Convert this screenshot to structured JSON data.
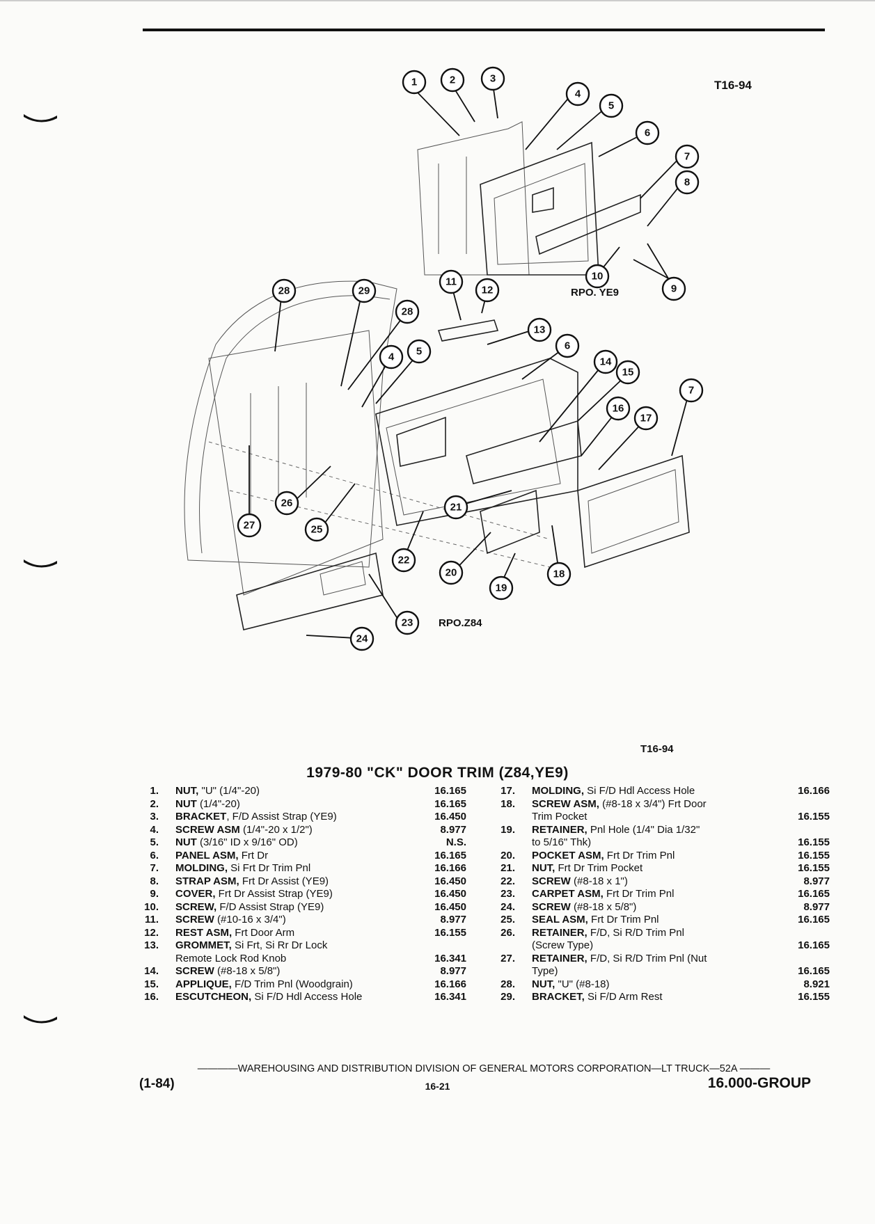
{
  "diagram": {
    "figure_tag": "T16-94",
    "rpo_ye9": "RPO. YE9",
    "rpo_z84": "RPO.Z84",
    "callouts": [
      "1",
      "2",
      "3",
      "4",
      "5",
      "6",
      "7",
      "8",
      "9",
      "10",
      "11",
      "12",
      "13",
      "6",
      "14",
      "15",
      "16",
      "7",
      "17",
      "28",
      "29",
      "28",
      "4",
      "5",
      "26",
      "27",
      "25",
      "21",
      "22",
      "20",
      "19",
      "18",
      "23",
      "24"
    ]
  },
  "figure_code": "T16-94",
  "title": "1979-80 \"CK\" DOOR TRIM (Z84,YE9)",
  "parts_left": [
    {
      "num": "1.",
      "name": "NUT,",
      "desc": " \"U\" (1/4\"-20)",
      "group": "16.165"
    },
    {
      "num": "2.",
      "name": "NUT",
      "desc": " (1/4\"-20)",
      "group": "16.165"
    },
    {
      "num": "3.",
      "name": "BRACKET",
      "desc": ", F/D Assist Strap (YE9)",
      "group": "16.450"
    },
    {
      "num": "4.",
      "name": "SCREW ASM",
      "desc": " (1/4\"-20 x 1/2\")",
      "group": "8.977"
    },
    {
      "num": "5.",
      "name": "NUT",
      "desc": " (3/16\" ID x 9/16\" OD)",
      "group": "N.S."
    },
    {
      "num": "6.",
      "name": "PANEL ASM,",
      "desc": " Frt Dr",
      "group": "16.165"
    },
    {
      "num": "7.",
      "name": "MOLDING,",
      "desc": " Si Frt Dr Trim Pnl",
      "group": "16.166"
    },
    {
      "num": "8.",
      "name": "STRAP ASM,",
      "desc": " Frt Dr Assist (YE9)",
      "group": "16.450"
    },
    {
      "num": "9.",
      "name": "COVER,",
      "desc": " Frt Dr Assist Strap (YE9)",
      "group": "16.450"
    },
    {
      "num": "10.",
      "name": "SCREW,",
      "desc": " F/D Assist Strap (YE9)",
      "group": "16.450"
    },
    {
      "num": "11.",
      "name": "SCREW",
      "desc": " (#10-16 x 3/4\")",
      "group": "8.977"
    },
    {
      "num": "12.",
      "name": "REST ASM,",
      "desc": " Frt Door Arm",
      "group": "16.155"
    },
    {
      "num": "13.",
      "name": "GROMMET,",
      "desc": " Si Frt, Si Rr Dr Lock\nRemote Lock Rod Knob",
      "group": "16.341"
    },
    {
      "num": "14.",
      "name": "SCREW",
      "desc": " (#8-18 x 5/8\")",
      "group": "8.977"
    },
    {
      "num": "15.",
      "name": "APPLIQUE,",
      "desc": " F/D Trim Pnl (Woodgrain)",
      "group": "16.166"
    },
    {
      "num": "16.",
      "name": "ESCUTCHEON,",
      "desc": " Si F/D Hdl Access Hole",
      "group": "16.341"
    }
  ],
  "parts_right": [
    {
      "num": "17.",
      "name": "MOLDING,",
      "desc": " Si F/D Hdl Access Hole",
      "group": "16.166"
    },
    {
      "num": "18.",
      "name": "SCREW ASM,",
      "desc": " (#8-18 x 3/4\") Frt Door\nTrim Pocket",
      "group": "16.155"
    },
    {
      "num": "19.",
      "name": "RETAINER,",
      "desc": " Pnl Hole (1/4\" Dia 1/32\"\nto 5/16\" Thk)",
      "group": "16.155"
    },
    {
      "num": "20.",
      "name": "POCKET ASM,",
      "desc": " Frt Dr Trim Pnl",
      "group": "16.155"
    },
    {
      "num": "21.",
      "name": "NUT,",
      "desc": " Frt Dr Trim Pocket",
      "group": "16.155"
    },
    {
      "num": "22.",
      "name": "SCREW",
      "desc": " (#8-18 x 1\")",
      "group": "8.977"
    },
    {
      "num": "23.",
      "name": "CARPET ASM,",
      "desc": " Frt Dr Trim Pnl",
      "group": "16.165"
    },
    {
      "num": "24.",
      "name": "SCREW",
      "desc": " (#8-18 x 5/8\")",
      "group": "8.977"
    },
    {
      "num": "25.",
      "name": "SEAL ASM,",
      "desc": " Frt Dr Trim Pnl",
      "group": "16.165"
    },
    {
      "num": "26.",
      "name": "RETAINER,",
      "desc": " F/D, Si R/D Trim Pnl\n(Screw Type)",
      "group": "16.165"
    },
    {
      "num": "27.",
      "name": "RETAINER,",
      "desc": " F/D, Si R/D Trim Pnl (Nut\nType)",
      "group": "16.165"
    },
    {
      "num": "28.",
      "name": "NUT,",
      "desc": " \"U\" (#8-18)",
      "group": "8.921"
    },
    {
      "num": "29.",
      "name": "BRACKET,",
      "desc": " Si F/D Arm Rest",
      "group": "16.155"
    }
  ],
  "footer": {
    "line": "WAREHOUSING AND DISTRIBUTION DIVISION OF GENERAL MOTORS CORPORATION—LT TRUCK—52A",
    "date": "(1-84)",
    "page": "16-21",
    "group": "16.000-GROUP"
  }
}
